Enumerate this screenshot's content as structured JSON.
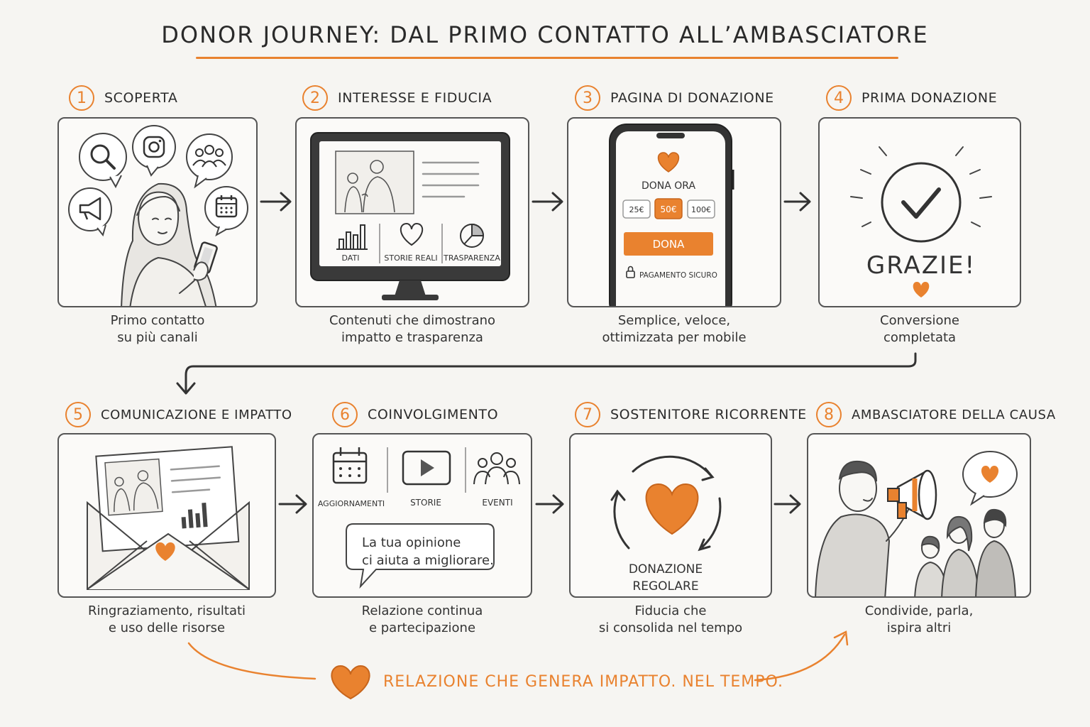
{
  "title": "DONOR JOURNEY: DAL PRIMO CONTATTO ALL’AMBASCIATORE",
  "steps": [
    {
      "num": "1",
      "title": "SCOPERTA",
      "caption": [
        "Primo contatto",
        "su più canali"
      ]
    },
    {
      "num": "2",
      "title": "INTERESSE E FIDUCIA",
      "caption": [
        "Contenuti che dimostrano",
        "impatto e trasparenza"
      ],
      "labels": [
        "DATI",
        "STORIE REALI",
        "TRASPARENZA"
      ]
    },
    {
      "num": "3",
      "title": "PAGINA DI DONAZIONE",
      "caption": [
        "Semplice, veloce,",
        "ottimizzata per mobile"
      ],
      "cta": "DONA ORA",
      "amounts": [
        "25€",
        "50€",
        "100€"
      ],
      "button": "DONA",
      "secure": "PAGAMENTO SICURO"
    },
    {
      "num": "4",
      "title": "PRIMA DONAZIONE",
      "caption": [
        "Conversione",
        "completata"
      ],
      "thanks": "GRAZIE!"
    },
    {
      "num": "5",
      "title": "COMUNICAZIONE E IMPATTO",
      "caption": [
        "Ringraziamento, risultati",
        "e uso delle risorse"
      ]
    },
    {
      "num": "6",
      "title": "COINVOLGIMENTO",
      "caption": [
        "Relazione continua",
        "e partecipazione"
      ],
      "labels": [
        "AGGIORNAMENTI",
        "STORIE",
        "EVENTI"
      ],
      "bubble": [
        "La tua opinione",
        "ci aiuta a migliorare."
      ]
    },
    {
      "num": "7",
      "title": "SOSTENITORE RICORRENTE",
      "caption": [
        "Fiducia che",
        "si consolida nel tempo"
      ],
      "label": [
        "DONAZIONE",
        "REGOLARE"
      ]
    },
    {
      "num": "8",
      "title": "AMBASCIATORE DELLA CAUSA",
      "caption": [
        "Condivide, parla,",
        "ispira altri"
      ]
    }
  ],
  "footer": "RELAZIONE CHE GENERA IMPATTO. NEL TEMPO.",
  "colors": {
    "accent": "#e9822f",
    "ink": "#2b2b2b",
    "paper": "#f6f5f2"
  },
  "icons": [
    "search-icon",
    "instagram-icon",
    "people-icon",
    "megaphone-icon",
    "calendar-icon",
    "smartphone-icon",
    "bar-chart-icon",
    "heart-icon",
    "pie-chart-icon",
    "lock-icon",
    "checkmark-icon",
    "envelope-icon",
    "play-icon",
    "cycle-arrows-icon",
    "speech-bubble-icon"
  ]
}
